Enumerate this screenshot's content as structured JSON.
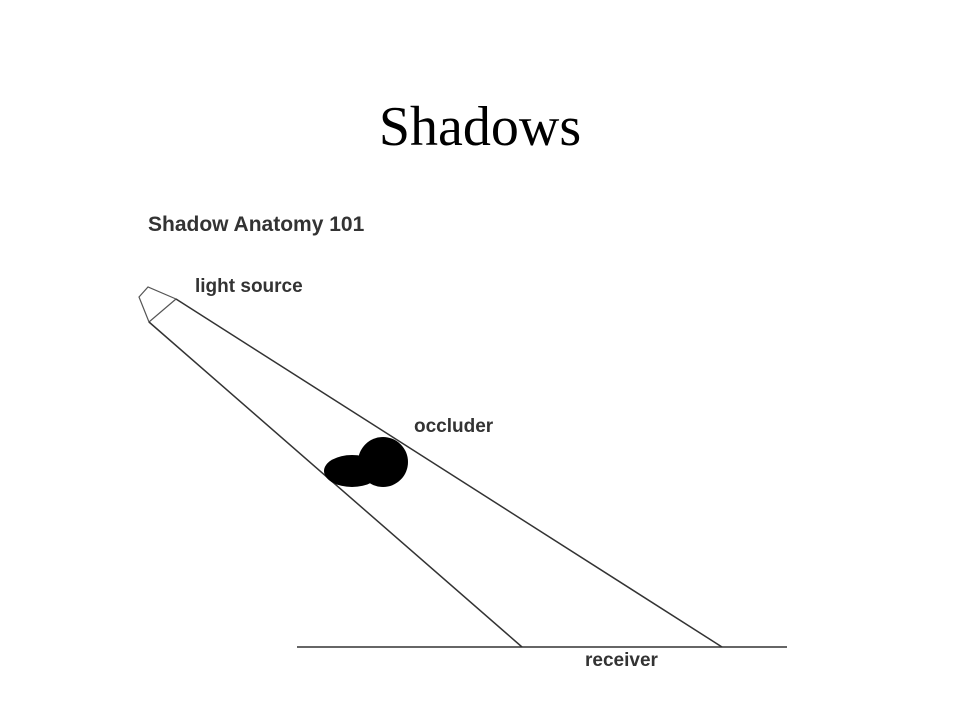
{
  "slide": {
    "title": "Shadows"
  },
  "diagram": {
    "heading": "Shadow Anatomy 101",
    "labels": {
      "light_source": "light source",
      "occluder": "occluder",
      "receiver": "receiver"
    },
    "colors": {
      "lines": "#333333",
      "occluder_fill": "#000000",
      "text": "#333333"
    }
  }
}
